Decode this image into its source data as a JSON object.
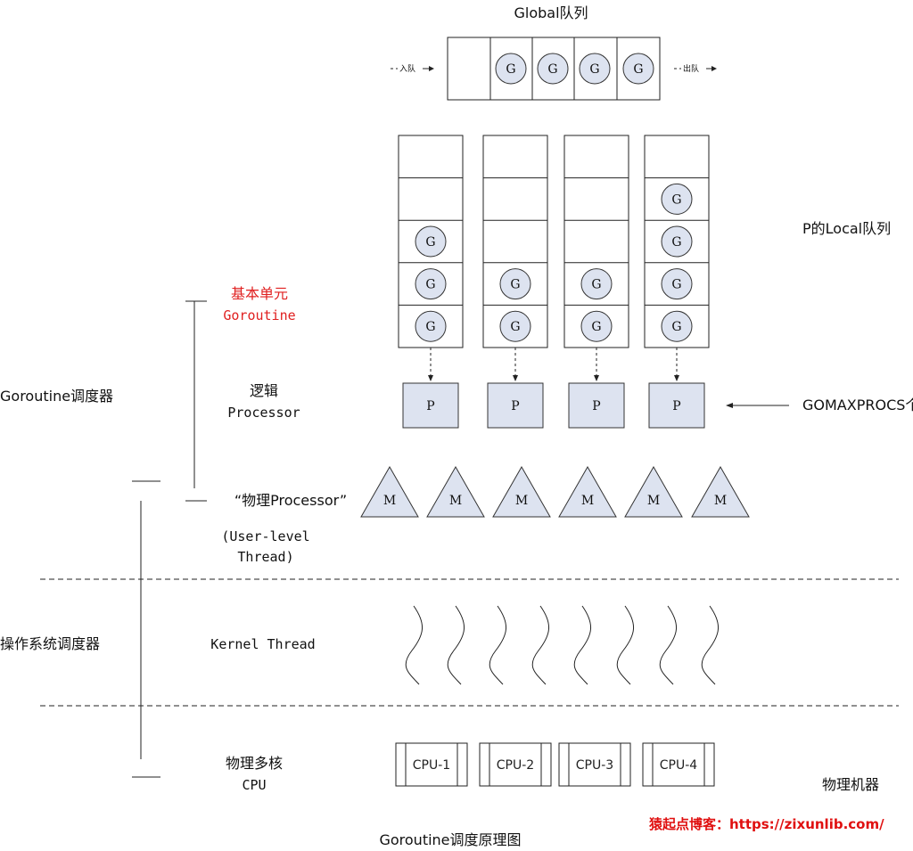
{
  "global_queue": {
    "title": "Global队列",
    "enqueue_label": "入队",
    "dequeue_label": "出队",
    "goroutines": [
      "G",
      "G",
      "G",
      "G"
    ]
  },
  "local_queue_label": "P的Local队列",
  "local_queues": [
    {
      "goroutines": [
        "G",
        "G",
        "G"
      ]
    },
    {
      "goroutines": [
        "G",
        "G"
      ]
    },
    {
      "goroutines": [
        "G",
        "G"
      ]
    },
    {
      "goroutines": [
        "G",
        "G",
        "G",
        "G"
      ]
    }
  ],
  "processor_label": "P",
  "gomaxprocs_label": "GOMAXPROCS个",
  "machine_label": "M",
  "machine_count": 6,
  "left_labels": {
    "basic_unit": "基本单元",
    "goroutine": "Goroutine",
    "logic": "逻辑",
    "processor": "Processor",
    "physical_processor": "“物理Processor”",
    "user_level": "(User-level",
    "thread": "Thread)",
    "goroutine_scheduler": "Goroutine调度器",
    "os_scheduler": "操作系统调度器",
    "kernel_thread": "Kernel Thread",
    "multicore": "物理多核",
    "cpu": "CPU"
  },
  "cpus": [
    "CPU-1",
    "CPU-2",
    "CPU-3",
    "CPU-4"
  ],
  "physical_machine": "物理机器",
  "caption": "Goroutine调度原理图",
  "watermark": "猿起点博客：https://zixunlib.com/"
}
